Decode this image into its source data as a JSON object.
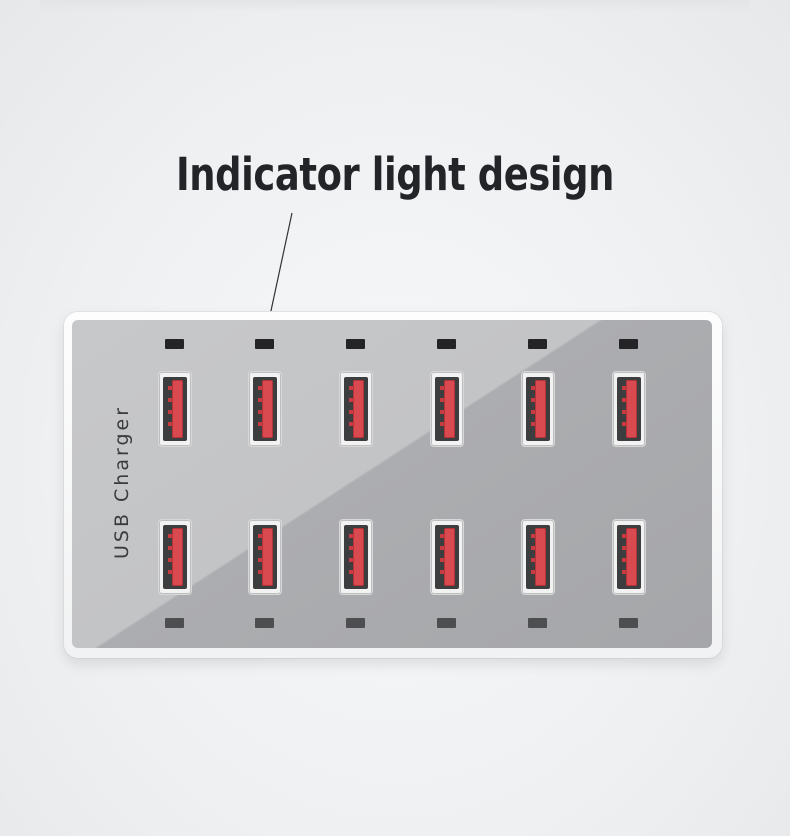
{
  "headline": "Indicator light design",
  "brand_label": "USB Charger",
  "colors": {
    "background": "#eef0f2",
    "panel_light": "#c7c8ca",
    "panel_dark": "#a5a6a9",
    "port_red": "#d84a4f",
    "led": "#242426"
  },
  "ports": {
    "columns": 6,
    "rows": 2
  }
}
